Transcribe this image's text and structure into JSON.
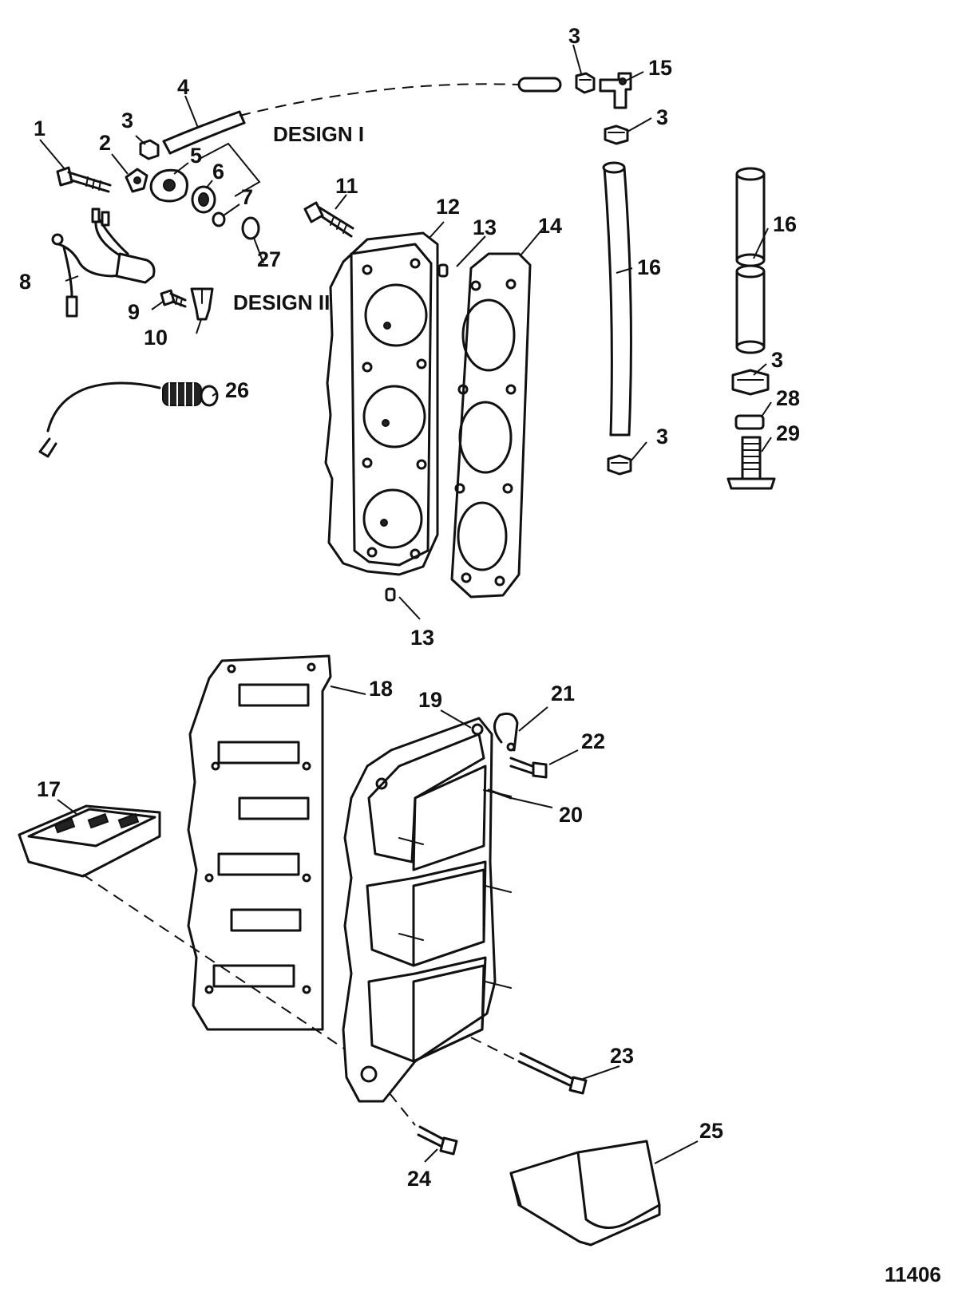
{
  "labels": {
    "p1": "1",
    "p2": "2",
    "p3a": "3",
    "p3b": "3",
    "p3c": "3",
    "p3d": "3",
    "p3e": "3",
    "p4": "4",
    "p5": "5",
    "p6": "6",
    "p7": "7",
    "p8": "8",
    "p9": "9",
    "p10": "10",
    "p11": "11",
    "p12": "12",
    "p13a": "13",
    "p13b": "13",
    "p14": "14",
    "p15": "15",
    "p16a": "16",
    "p16b": "16",
    "p17": "17",
    "p18": "18",
    "p19": "19",
    "p20": "20",
    "p21": "21",
    "p22": "22",
    "p23": "23",
    "p24": "24",
    "p25": "25",
    "p26": "26",
    "p27": "27",
    "p28": "28",
    "p29": "29"
  },
  "design_labels": {
    "design1": "DESIGN I",
    "design2": "DESIGN II"
  },
  "figure_number": "11406"
}
